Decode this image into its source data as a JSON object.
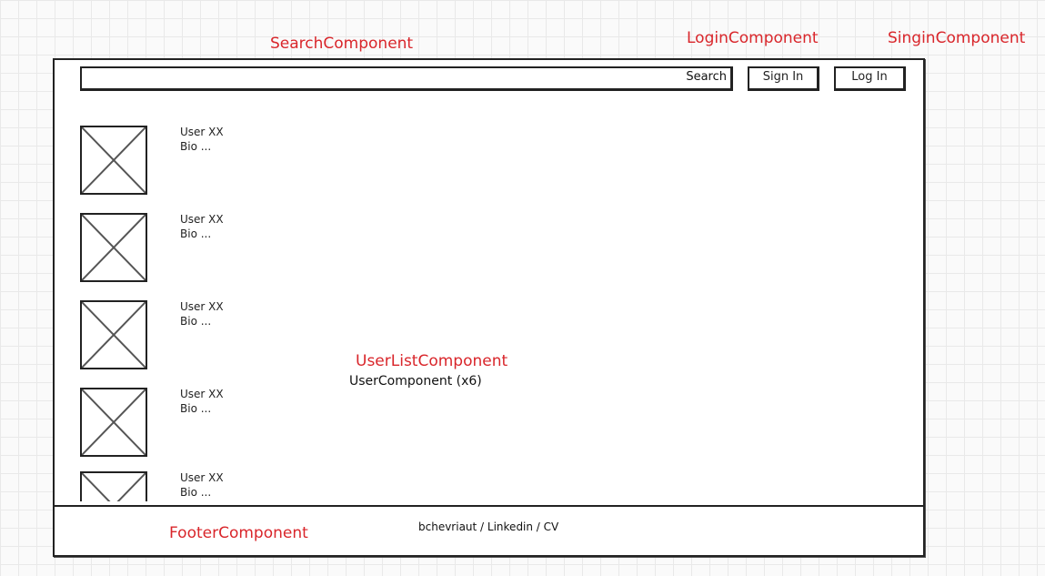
{
  "annotations": {
    "search": "SearchComponent",
    "login": "LoginComponent",
    "signin": "SinginComponent",
    "userlist": "UserListComponent",
    "footer": "FooterComponent"
  },
  "header": {
    "search_button": "Search",
    "sign_in_button": "Sign In",
    "log_in_button": "Log In"
  },
  "user_list": {
    "note": "UserComponent (x6)",
    "users": [
      {
        "name": "User XX",
        "bio": "Bio ..."
      },
      {
        "name": "User XX",
        "bio": "Bio ..."
      },
      {
        "name": "User XX",
        "bio": "Bio ..."
      },
      {
        "name": "User XX",
        "bio": "Bio ..."
      },
      {
        "name": "User XX",
        "bio": "Bio ..."
      }
    ]
  },
  "footer": {
    "links": "bchevriaut / Linkedin / CV"
  },
  "colors": {
    "annotation": "#d9262b",
    "stroke": "#222222"
  }
}
